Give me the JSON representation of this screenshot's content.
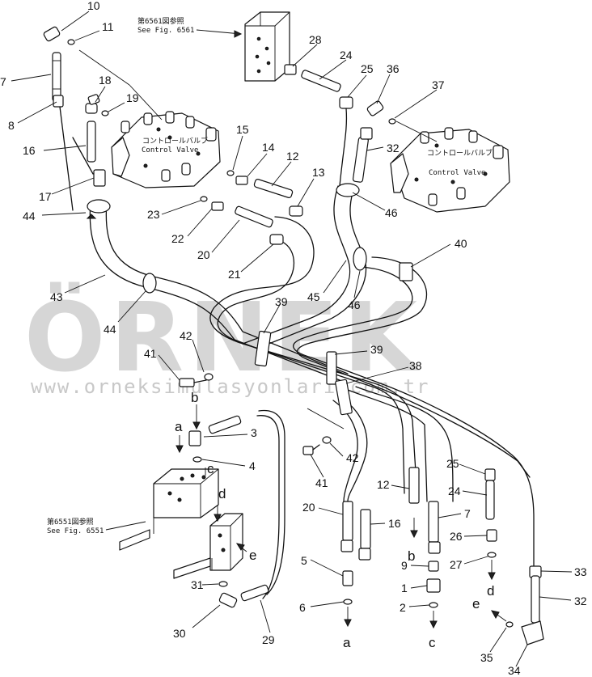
{
  "diagram": {
    "watermark": {
      "main": "ÖRNEK",
      "url": "www.orneksimulasyonlari.com.tr"
    },
    "references": {
      "top": {
        "jp": "第6561図参照",
        "en": "See Fig. 6561"
      },
      "left": {
        "jp": "第6551図参照",
        "en": "See Fig. 6551"
      }
    },
    "control_valve_label": {
      "jp": "コントロールバルブ",
      "en": "Control Valve"
    },
    "part_numbers": [
      "1",
      "2",
      "3",
      "4",
      "5",
      "6",
      "7",
      "8",
      "9",
      "10",
      "11",
      "12",
      "13",
      "14",
      "15",
      "16",
      "17",
      "18",
      "19",
      "20",
      "21",
      "22",
      "23",
      "24",
      "25",
      "26",
      "27",
      "28",
      "29",
      "30",
      "31",
      "32",
      "33",
      "34",
      "35",
      "36",
      "37",
      "38",
      "39",
      "40",
      "41",
      "42",
      "43",
      "44",
      "45",
      "46"
    ],
    "callouts": [
      {
        "id": "10",
        "text": "10"
      },
      {
        "id": "11",
        "text": "11"
      },
      {
        "id": "7",
        "text": "7"
      },
      {
        "id": "8",
        "text": "8"
      },
      {
        "id": "18",
        "text": "18"
      },
      {
        "id": "19",
        "text": "19"
      },
      {
        "id": "16",
        "text": "16"
      },
      {
        "id": "17",
        "text": "17"
      },
      {
        "id": "44a",
        "text": "44"
      },
      {
        "id": "43",
        "text": "43"
      },
      {
        "id": "44b",
        "text": "44"
      },
      {
        "id": "15",
        "text": "15"
      },
      {
        "id": "14",
        "text": "14"
      },
      {
        "id": "12a",
        "text": "12"
      },
      {
        "id": "13",
        "text": "13"
      },
      {
        "id": "23",
        "text": "23"
      },
      {
        "id": "22",
        "text": "22"
      },
      {
        "id": "20a",
        "text": "20"
      },
      {
        "id": "21",
        "text": "21"
      },
      {
        "id": "28",
        "text": "28"
      },
      {
        "id": "24a",
        "text": "24"
      },
      {
        "id": "25a",
        "text": "25"
      },
      {
        "id": "36",
        "text": "36"
      },
      {
        "id": "37",
        "text": "37"
      },
      {
        "id": "32a",
        "text": "32"
      },
      {
        "id": "46a",
        "text": "46"
      },
      {
        "id": "40",
        "text": "40"
      },
      {
        "id": "45",
        "text": "45"
      },
      {
        "id": "46b",
        "text": "46"
      },
      {
        "id": "39a",
        "text": "39"
      },
      {
        "id": "42a",
        "text": "42"
      },
      {
        "id": "41a",
        "text": "41"
      },
      {
        "id": "39b",
        "text": "39"
      },
      {
        "id": "38",
        "text": "38"
      },
      {
        "id": "3",
        "text": "3"
      },
      {
        "id": "4",
        "text": "4"
      },
      {
        "id": "42b",
        "text": "42"
      },
      {
        "id": "41b",
        "text": "41"
      },
      {
        "id": "12b",
        "text": "12"
      },
      {
        "id": "25b",
        "text": "25"
      },
      {
        "id": "24b",
        "text": "24"
      },
      {
        "id": "20b",
        "text": "20"
      },
      {
        "id": "16b",
        "text": "16"
      },
      {
        "id": "7b",
        "text": "7"
      },
      {
        "id": "26",
        "text": "26"
      },
      {
        "id": "27",
        "text": "27"
      },
      {
        "id": "5",
        "text": "5"
      },
      {
        "id": "9",
        "text": "9"
      },
      {
        "id": "1",
        "text": "1"
      },
      {
        "id": "2",
        "text": "2"
      },
      {
        "id": "6",
        "text": "6"
      },
      {
        "id": "33",
        "text": "33"
      },
      {
        "id": "32b",
        "text": "32"
      },
      {
        "id": "31",
        "text": "31"
      },
      {
        "id": "30",
        "text": "30"
      },
      {
        "id": "29",
        "text": "29"
      },
      {
        "id": "35",
        "text": "35"
      },
      {
        "id": "34",
        "text": "34"
      }
    ],
    "port_letters": [
      {
        "id": "b-top",
        "text": "b"
      },
      {
        "id": "a-top",
        "text": "a"
      },
      {
        "id": "c-top",
        "text": "c"
      },
      {
        "id": "d-top",
        "text": "d"
      },
      {
        "id": "e-top",
        "text": "e"
      },
      {
        "id": "b-bot",
        "text": "b"
      },
      {
        "id": "a-bot",
        "text": "a"
      },
      {
        "id": "c-bot",
        "text": "c"
      },
      {
        "id": "d-bot",
        "text": "d"
      },
      {
        "id": "e-bot",
        "text": "e"
      }
    ]
  }
}
